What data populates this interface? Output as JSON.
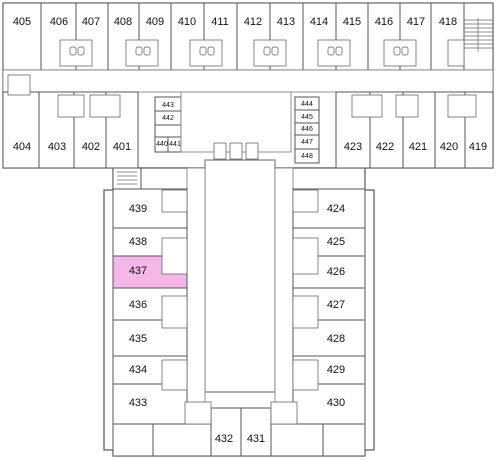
{
  "highlight_color": "#f5b7e8",
  "highlighted_room": "437",
  "rooms": {
    "405": "405",
    "406": "406",
    "407": "407",
    "408": "408",
    "409": "409",
    "410": "410",
    "411": "411",
    "412": "412",
    "413": "413",
    "414": "414",
    "415": "415",
    "416": "416",
    "417": "417",
    "418": "418",
    "404": "404",
    "403": "403",
    "402": "402",
    "401": "401",
    "423": "423",
    "422": "422",
    "421": "421",
    "420": "420",
    "419": "419",
    "439": "439",
    "438": "438",
    "437": "437",
    "436": "436",
    "435": "435",
    "434": "434",
    "433": "433",
    "432": "432",
    "431": "431",
    "424": "424",
    "425": "425",
    "426": "426",
    "427": "427",
    "428": "428",
    "429": "429",
    "430": "430"
  },
  "small_rooms": {
    "440": "440",
    "441": "441",
    "442": "442",
    "443": "443",
    "444": "444",
    "445": "445",
    "446": "446",
    "447": "447",
    "448": "448"
  }
}
